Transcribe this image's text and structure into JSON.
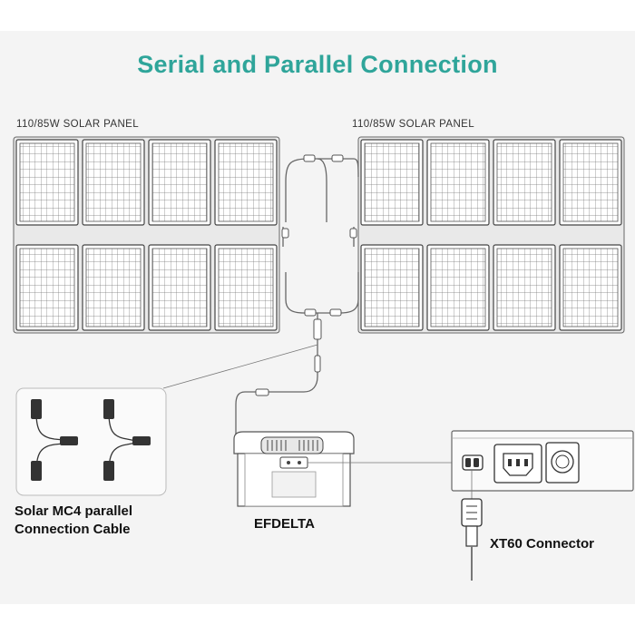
{
  "title": "Serial and Parallel Connection",
  "panels": {
    "left_label": "110/85W SOLAR PANEL",
    "right_label": "110/85W SOLAR PANEL"
  },
  "captions": {
    "mc4_line1": "Solar MC4 parallel",
    "mc4_line2": "Connection Cable",
    "efdelta": "EFDELTA",
    "xt60": "XT60 Connector"
  },
  "colors": {
    "title": "#2fa59a",
    "line": "#555555",
    "background": "#f4f4f4"
  }
}
